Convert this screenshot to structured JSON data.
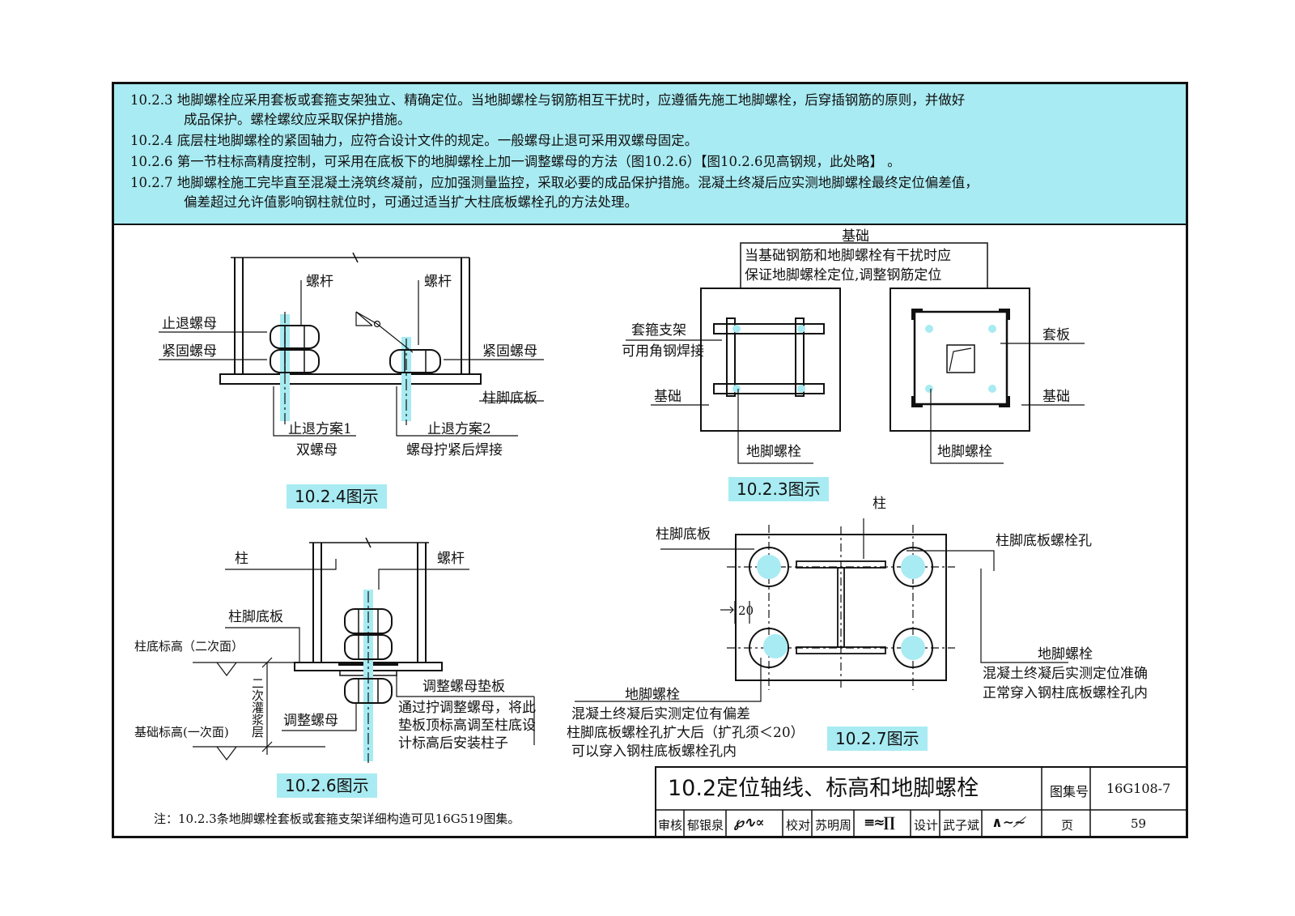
{
  "notes": [
    {
      "num": "10.2.3",
      "text": "地脚螺栓应采用套板或套箍支架独立、精确定位。当地脚螺栓与钢筋相互干扰时，应遵循先施工地脚螺栓，后穿插钢筋的原则，并做好",
      "cont": "成品保护。螺栓螺纹应采取保护措施。"
    },
    {
      "num": "10.2.4",
      "text": "底层柱地脚螺栓的紧固轴力，应符合设计文件的规定。一般螺母止退可采用双螺母固定。"
    },
    {
      "num": "10.2.6",
      "text": "第一节柱标高精度控制，可采用在底板下的地脚螺栓上加一调整螺母的方法（图10.2.6）【图10.2.6见高钢规，此处略】 。"
    },
    {
      "num": "10.2.7",
      "text": "地脚螺栓施工完毕直至混凝土浇筑终凝前，应加强测量监控，采取必要的成品保护措施。混凝土终凝后应实测地脚螺栓最终定位偏差值，",
      "cont": "偏差超过允许值影响钢柱就位时，可通过适当扩大柱底板螺栓孔的方法处理。"
    }
  ],
  "fig1024": {
    "caption": "10.2.4图示",
    "rod_left": "螺杆",
    "rod_right": "螺杆",
    "stop_nut": "止退螺母",
    "tight_nut_left": "紧固螺母",
    "tight_nut_right": "紧固螺母",
    "base_plate": "柱脚底板",
    "plan1_title": "止退方案1",
    "plan1_desc": "双螺母",
    "plan2_title": "止退方案2",
    "plan2_desc": "螺母拧紧后焊接"
  },
  "fig1023": {
    "caption": "10.2.3图示",
    "top_label": "基础",
    "note_line1": "当基础钢筋和地脚螺栓有干扰时应",
    "note_line2": "保证地脚螺栓定位,调整钢筋定位",
    "bracket_line1": "套箍支架",
    "bracket_line2": "可用角钢焊接",
    "found_left": "基础",
    "bolt_left": "地脚螺栓",
    "plate_label": "套板",
    "found_right": "基础",
    "bolt_right": "地脚螺栓"
  },
  "fig1026": {
    "caption": "10.2.6图示",
    "column": "柱",
    "rod": "螺杆",
    "base_plate": "柱脚底板",
    "col_elev": "柱底标高（二次面）",
    "grout": "二次灌浆层",
    "adj_nut": "调整螺母",
    "found_elev": "基础标高(一次面)",
    "washer": "调整螺母垫板",
    "desc1": "通过拧调整螺母，将此",
    "desc2": "垫板顶标高调至柱底设",
    "desc3": "计标高后安装柱子"
  },
  "fig1027": {
    "caption": "10.2.7图示",
    "column": "柱",
    "base_plate": "柱脚底板",
    "hole": "柱脚底板螺栓孔",
    "dim": "20",
    "bolt_left": "地脚螺栓",
    "left_desc1": "混凝土终凝后实测定位有偏差",
    "left_desc2": "柱脚底板螺栓孔扩大后（扩孔须＜20）",
    "left_desc3": "可以穿入钢柱底板螺栓孔内",
    "bolt_right": "地脚螺栓",
    "right_desc1": "混凝土终凝后实测定位准确",
    "right_desc2": "正常穿入钢柱底板螺栓孔内"
  },
  "footnote": "注：10.2.3条地脚螺栓套板或套箍支架详细构造可见16G519图集。",
  "titleblock": {
    "title": "10.2定位轴线、标高和地脚螺栓",
    "atlas_label": "图集号",
    "atlas_no": "16G108-7",
    "review_label": "审核",
    "reviewer": "郁银泉",
    "check_label": "校对",
    "checker": "苏明周",
    "design_label": "设计",
    "designer": "武子斌",
    "page_label": "页",
    "page_no": "59"
  },
  "colors": {
    "highlight": "#a8ebf2",
    "line": "#111111"
  }
}
